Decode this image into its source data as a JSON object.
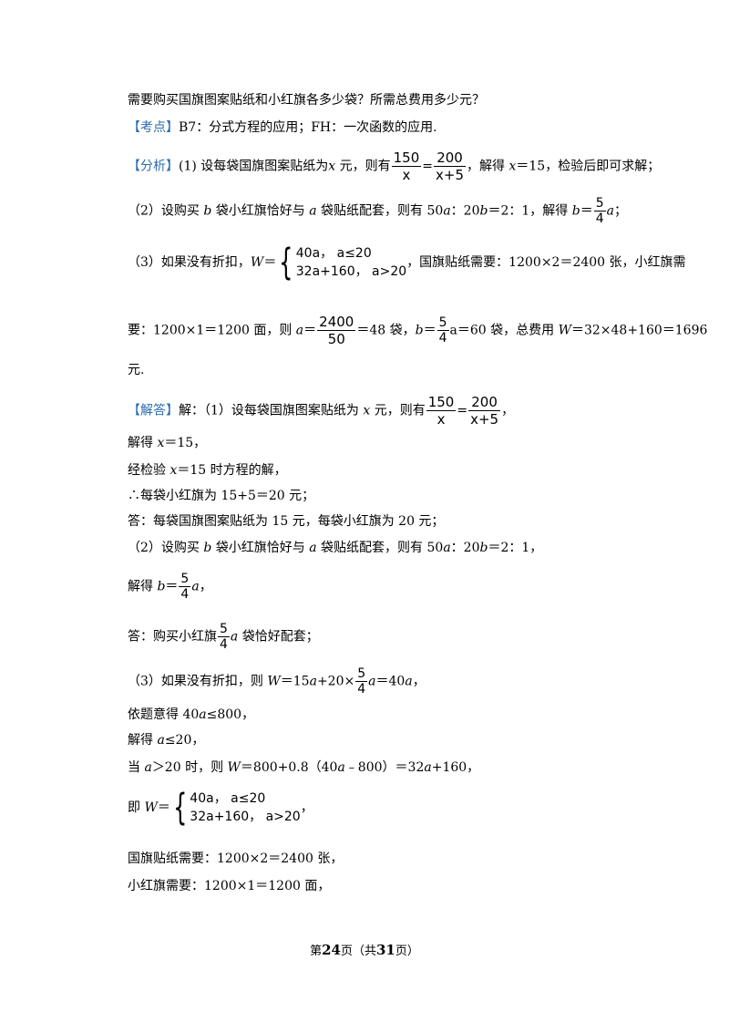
{
  "l1": "需要购买国旗图案贴纸和小红旗各多少袋？所需总费用多少元？",
  "kd_tag": "【考点】",
  "kd_text": "B7：分式方程的应用；FH：一次函数的应用.",
  "fx_tag": "【分析】",
  "fx1_a": "(1) 设每袋国旗图案贴纸为",
  "var_x": "x",
  "fx1_b": " 元，则有",
  "n150": "150",
  "dx": "x",
  "eq": "=",
  "n200": "200",
  "dx5": "x+5",
  "fx1_c": "，解得 ",
  "fx1_d": "＝15，检验后即可求解；",
  "fx2_a": "（2）设购买 ",
  "var_b": "b",
  "fx2_b": " 袋小红旗恰好与 ",
  "var_a": "a",
  "fx2_c": " 袋贴纸配套，则有 50",
  "fx2_d": "：20",
  "fx2_e": "＝2：1，解得 ",
  "fx2_f": "＝",
  "n5": "5",
  "n4": "4",
  "fx2_g": "；",
  "fx3_a": "（3）如果没有折扣，",
  "var_W": "W",
  "eq2": "＝",
  "case1": "40a， a≤20",
  "case2": "32a+160， a>20",
  "fx3_b": "，国旗贴纸需要：1200×2＝2400 张，小红旗需",
  "fx4_a": "要：1200×1＝1200 面，则 ",
  "n2400": "2400",
  "n50": "50",
  "fx4_b": "＝48 袋，",
  "fx4_c": "a",
  "fx4_d": "＝60 袋，总费用 ",
  "fx4_e": "＝32×48+160＝1696",
  "fx5": "元.",
  "jd_tag": "【解答】",
  "jd1_a": "解：（1）设每袋国旗图案贴纸为 ",
  "jd1_b": " 元，则有",
  "comma": "，",
  "s1_a": "解得 ",
  "s1_b": "＝15，",
  "s2_a": "经检验 ",
  "s2_b": "＝15 时方程的解，",
  "s3": "∴每袋小红旗为 15+5＝20 元；",
  "s4": "答：每袋国旗图案贴纸为 15 元，每袋小红旗为 20 元；",
  "s5_a": "（2）设购买 ",
  "s5_b": " 袋小红旗恰好与 ",
  "s5_c": " 袋贴纸配套，则有 50",
  "s5_d": "：20",
  "s5_e": "＝2：1，",
  "s6_a": "解得 ",
  "s6_b": "＝",
  "s7_a": "答：购买小红旗",
  "s7_b": " 袋恰好配套；",
  "s8_a": "（3）如果没有折扣，则 ",
  "s8_b": "＝15",
  "s8_c": "+20×",
  "s8_d": "＝40",
  "s8_e": "，",
  "s9_a": "依题意得 40",
  "s9_b": "≤800，",
  "s10_a": "解得 ",
  "s10_b": "≤20，",
  "s11_a": "当 ",
  "s11_b": "＞20 时，则 ",
  "s11_c": "＝800+0.8（40",
  "s11_d": "﹣800）＝32",
  "s11_e": "+160，",
  "s12_a": "即 ",
  "s12_b": "，",
  "s13": "国旗贴纸需要：1200×2＝2400 张，",
  "s14": "小红旗需要：1200×1＝1200 面，",
  "footer_a": "第",
  "footer_page": "24",
  "footer_b": "页（共",
  "footer_total": "31",
  "footer_c": "页）"
}
